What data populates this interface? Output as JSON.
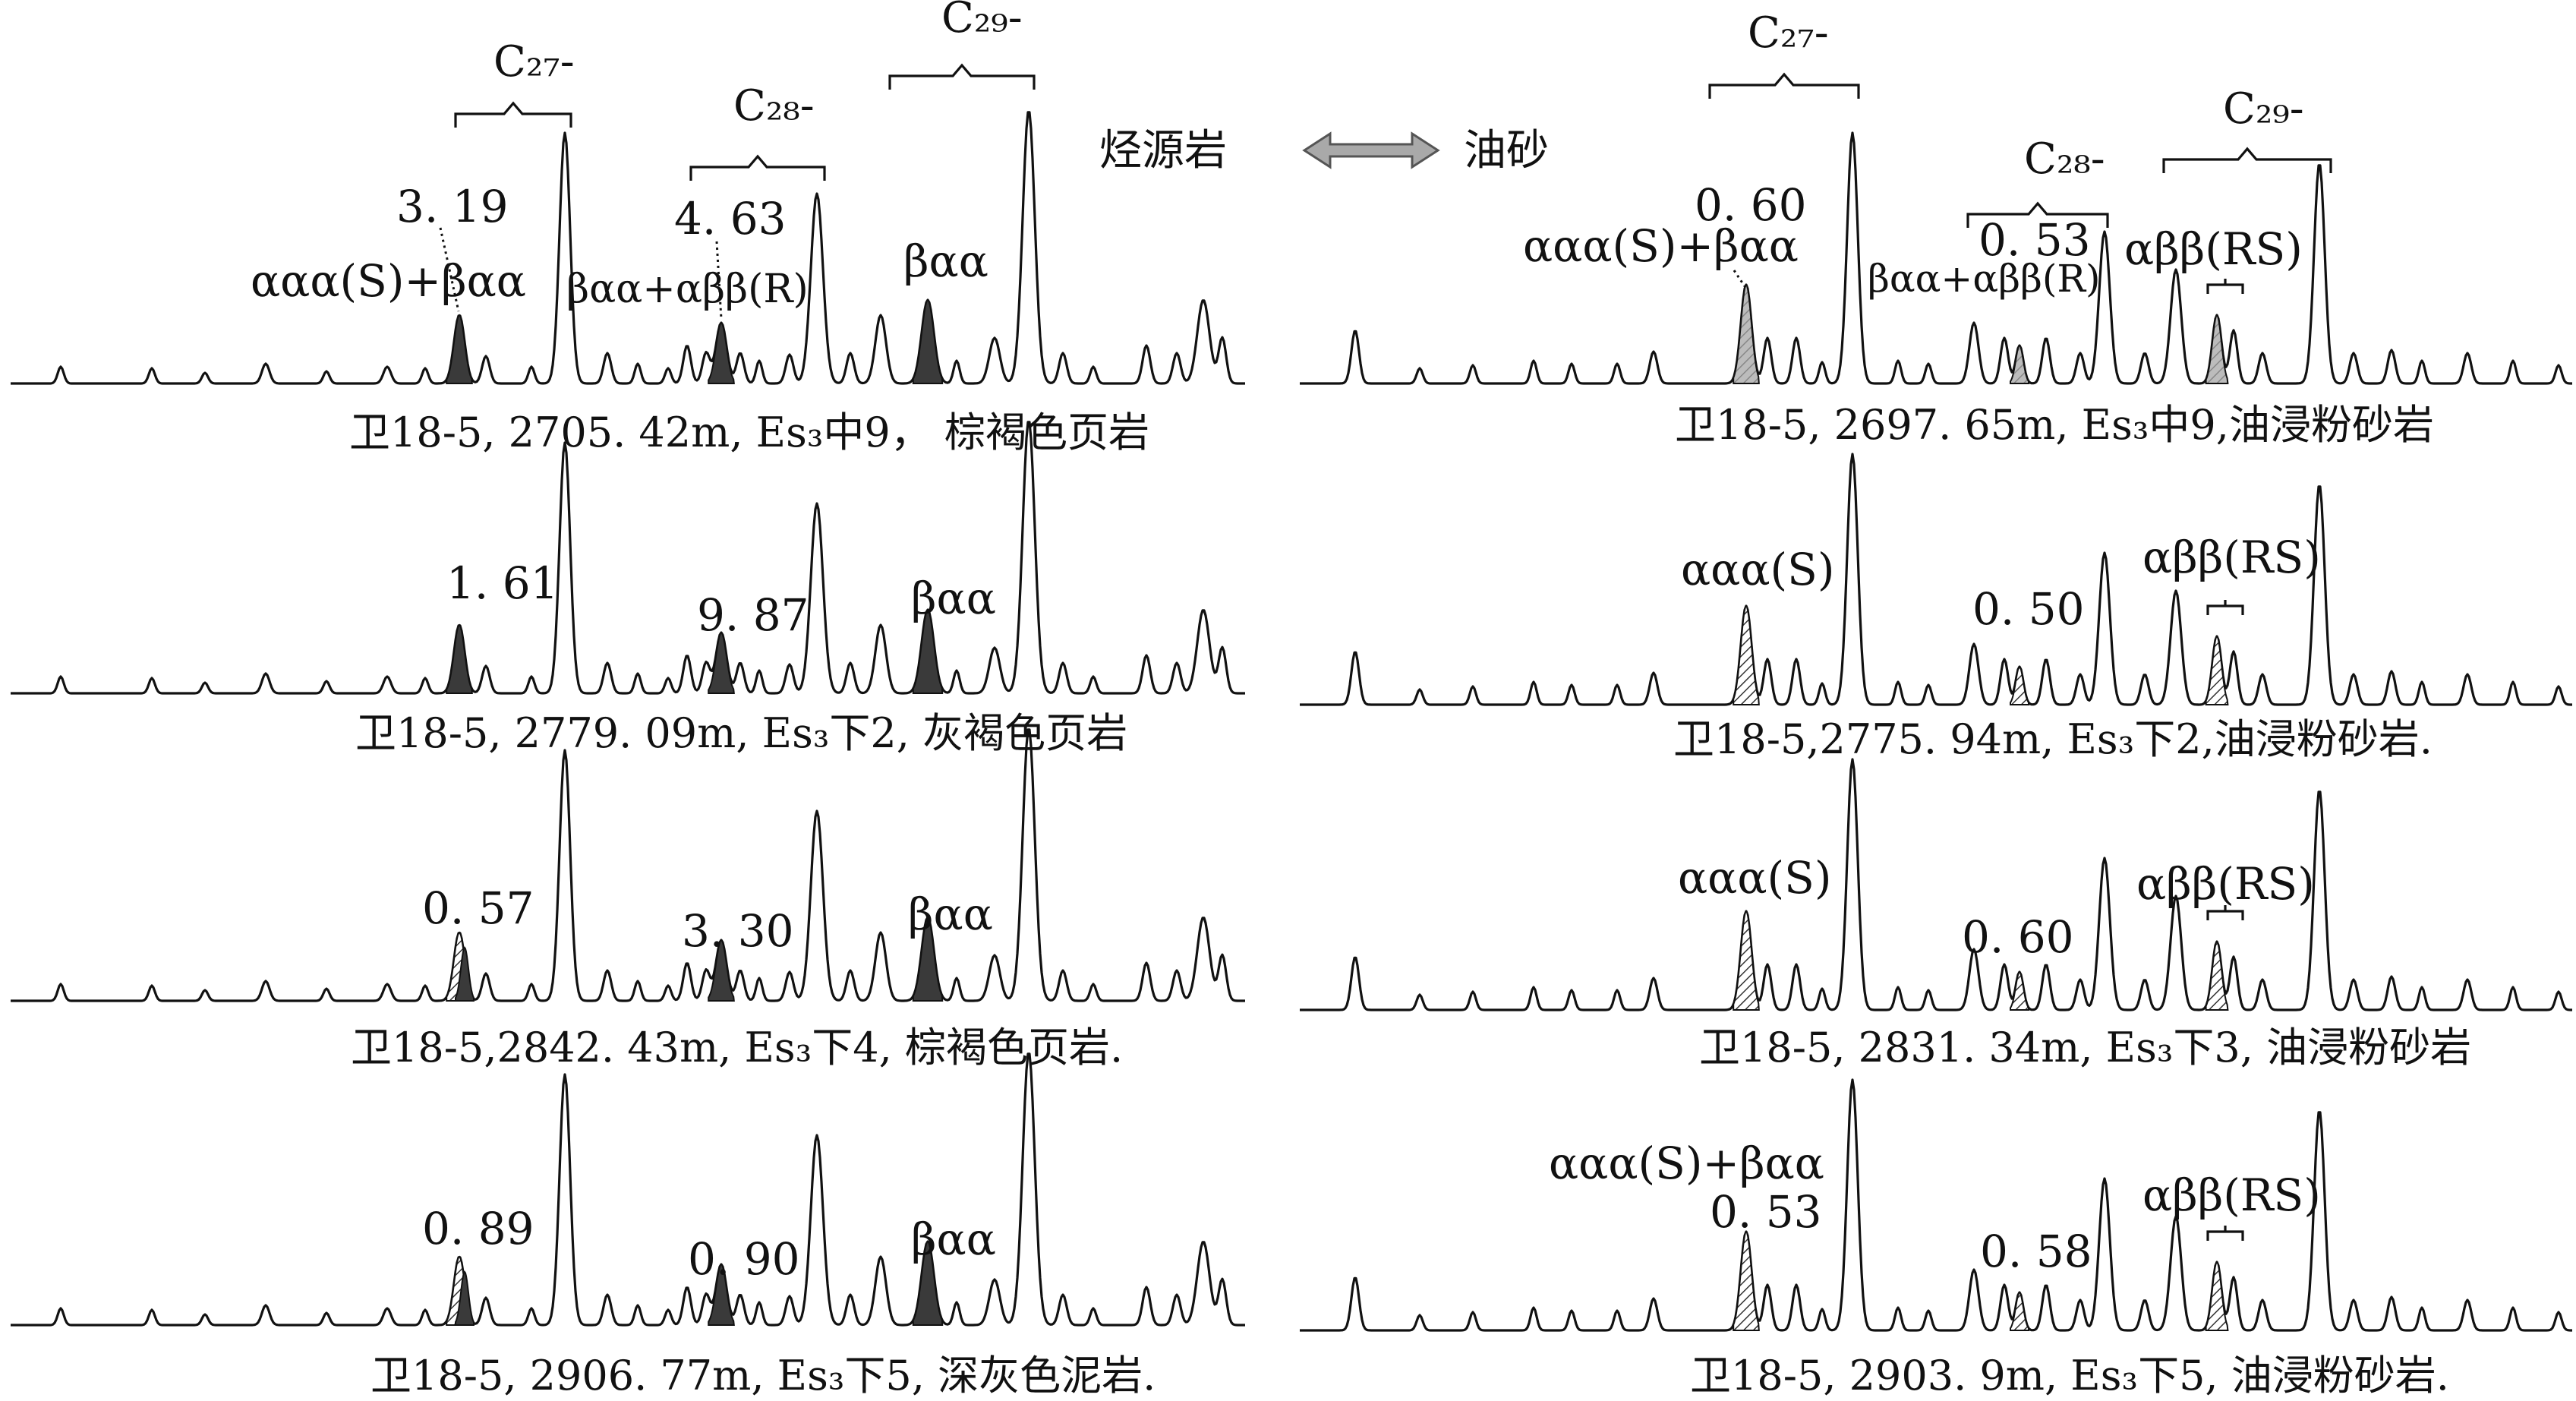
{
  "header": {
    "left_label": "烃源岩",
    "right_label": "油砂",
    "arrow_icon": "double-arrow-icon"
  },
  "groups": {
    "c27": "C₂₇-",
    "c28": "C₂₈-",
    "c29": "C₂₉-"
  },
  "left_panels": [
    {
      "caption": "卫18-5, 2705. 42m, Es₃中9， 棕褐色页岩",
      "labels": [
        {
          "id": "ratio1",
          "text": "3. 19"
        },
        {
          "id": "ratio2",
          "text": "4. 63"
        },
        {
          "id": "peak_a",
          "text": "ααα(S)+βαα"
        },
        {
          "id": "peak_b",
          "text": "βαα+αββ(R)"
        },
        {
          "id": "peak_c",
          "text": "βαα"
        }
      ]
    },
    {
      "caption": "卫18-5, 2779. 09m, Es₃下2, 灰褐色页岩",
      "labels": [
        {
          "id": "ratio1",
          "text": "1. 61"
        },
        {
          "id": "ratio2",
          "text": "9. 87"
        },
        {
          "id": "peak_c",
          "text": "βαα"
        }
      ]
    },
    {
      "caption": "卫18-5,2842. 43m, Es₃下4, 棕褐色页岩.",
      "labels": [
        {
          "id": "ratio1",
          "text": "0. 57"
        },
        {
          "id": "ratio2",
          "text": "3. 30"
        },
        {
          "id": "peak_c",
          "text": "βαα"
        }
      ]
    },
    {
      "caption": "卫18-5, 2906. 77m, Es₃下5, 深灰色泥岩.",
      "labels": [
        {
          "id": "ratio1",
          "text": "0. 89"
        },
        {
          "id": "ratio2",
          "text": "0. 90"
        },
        {
          "id": "peak_c",
          "text": "βαα"
        }
      ]
    }
  ],
  "right_panels": [
    {
      "caption": "卫18-5, 2697. 65m, Es₃中9,油浸粉砂岩",
      "labels": [
        {
          "id": "ratio1",
          "text": "0. 60"
        },
        {
          "id": "peak_a",
          "text": "ααα(S)+βαα"
        },
        {
          "id": "ratio2",
          "text": "0. 53"
        },
        {
          "id": "peak_b",
          "text": "βαα+αββ(R)"
        },
        {
          "id": "peak_d",
          "text": "αββ(RS)"
        }
      ]
    },
    {
      "caption": "卫18-5,2775. 94m, Es₃下2,油浸粉砂岩.",
      "labels": [
        {
          "id": "peak_a",
          "text": "ααα(S)"
        },
        {
          "id": "ratio2",
          "text": "0. 50"
        },
        {
          "id": "peak_d",
          "text": "αββ(RS)"
        }
      ]
    },
    {
      "caption": "卫18-5, 2831. 34m, Es₃下3, 油浸粉砂岩",
      "labels": [
        {
          "id": "peak_a",
          "text": "ααα(S)"
        },
        {
          "id": "ratio2",
          "text": "0. 60"
        },
        {
          "id": "peak_d",
          "text": "αββ(RS)"
        }
      ]
    },
    {
      "caption": "卫18-5, 2903. 9m, Es₃下5, 油浸粉砂岩.",
      "labels": [
        {
          "id": "peak_a",
          "text": "ααα(S)+βαα"
        },
        {
          "id": "ratio1",
          "text": "0. 53"
        },
        {
          "id": "ratio2",
          "text": "0. 58"
        },
        {
          "id": "peak_d",
          "text": "αββ(RS)"
        }
      ]
    }
  ]
}
